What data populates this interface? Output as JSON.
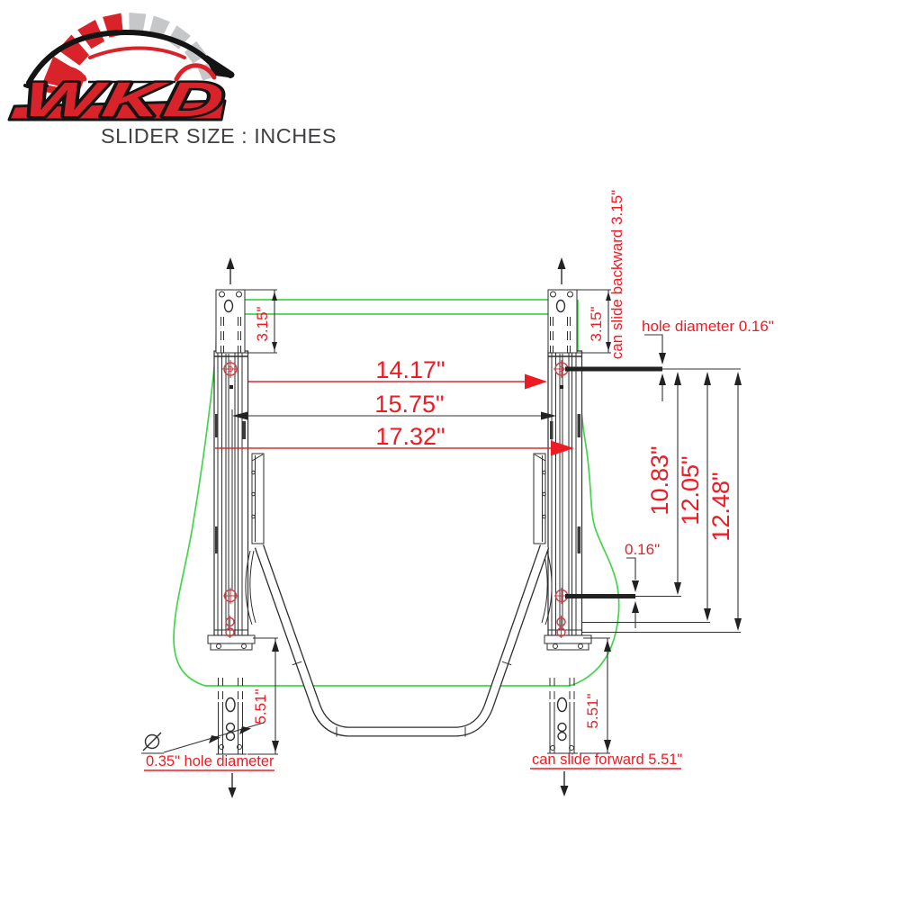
{
  "logo": {
    "brand": "WKD"
  },
  "header": {
    "title": "SLIDER SIZE : INCHES"
  },
  "colors": {
    "annotation_red": "#ed1c24",
    "dimension_line_red": "#d62e36",
    "outline_green": "#42d64b",
    "drawing_black": "#2e2e2e",
    "logo_red": "#d8232a",
    "logo_silver": "#c6c7c9"
  },
  "dimensions": {
    "top_left_slide": "3.15\"",
    "top_right_slide": "3.15\"",
    "can_slide_backward": "can slide backward 3.15\"",
    "hole_diameter_top": "hole diameter 0.16\"",
    "width_inner": "14.17\"",
    "width_mid": "15.75\"",
    "width_outer": "17.32\"",
    "pin_height_1": "10.83\"",
    "pin_height_2": "12.05\"",
    "pin_height_3": "12.48\"",
    "pin_thickness": "0.16\"",
    "bottom_left_slide": "5.51\"",
    "bottom_right_slide": "5.51\"",
    "hole_diameter_bottom": "0.35\" hole diameter",
    "can_slide_forward": "can slide forward 5.51\""
  }
}
